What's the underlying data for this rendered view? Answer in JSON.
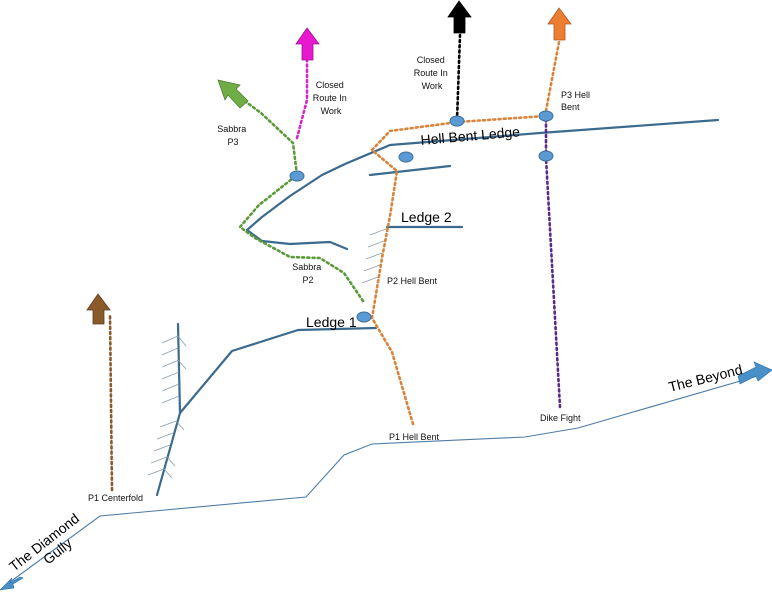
{
  "colors": {
    "ledge": "#3b6a8f",
    "trail": "#4f7da6",
    "anchor": "#5b9bd5",
    "orange_route": "#d9843a",
    "green_route": "#5b9a3a",
    "magenta_route": "#d629c4",
    "black_route": "#000000",
    "purple_route": "#5b2a86",
    "brown_route": "#8b5a2b",
    "trail_arrow": "#4a90c8"
  },
  "labels": {
    "hell_bent_ledge": "Hell Bent Ledge",
    "ledge_2": "Ledge 2",
    "ledge_1": "Ledge 1",
    "the_beyond": "The Beyond",
    "the_diamond": "The Diamond",
    "gully": "Gully",
    "sabbra_p3": [
      "Sabbra",
      "P3"
    ],
    "sabbra_p2": [
      "Sabbra",
      "P2"
    ],
    "closed_route_left": [
      "Closed",
      "Route In",
      "Work"
    ],
    "closed_route_right": [
      "Closed",
      "Route In",
      "Work"
    ],
    "p3_hell_bent": [
      "P3 Hell",
      "Bent"
    ],
    "p2_hell_bent": "P2 Hell Bent",
    "p1_hell_bent": "P1 Hell Bent",
    "p1_centerfold": "P1 Centerfold",
    "dike_fight": "Dike Fight"
  }
}
